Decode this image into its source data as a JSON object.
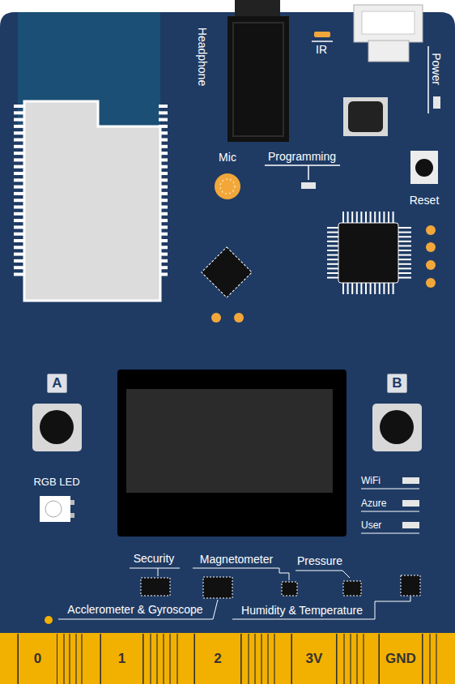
{
  "diagram": {
    "nodes": [
      {
        "text": [
          "A"
        ]
      },
      {
        "text": [
          "B"
        ]
      },
      {
        "text": [
          "0"
        ]
      },
      {
        "text": [
          "1"
        ]
      },
      {
        "text": [
          "2"
        ]
      },
      {
        "text": [
          "3V"
        ]
      },
      {
        "text": [
          "GND"
        ]
      }
    ],
    "labels": [
      "Headphone",
      "IR",
      "Power",
      "Mic",
      "Programming",
      "Reset",
      "RGB LED",
      "WiFi",
      "Azure",
      "User",
      "Security",
      "Magnetometer",
      "Pressure",
      "Acclerometer & Gyroscope",
      "Humidity & Temperature"
    ]
  }
}
